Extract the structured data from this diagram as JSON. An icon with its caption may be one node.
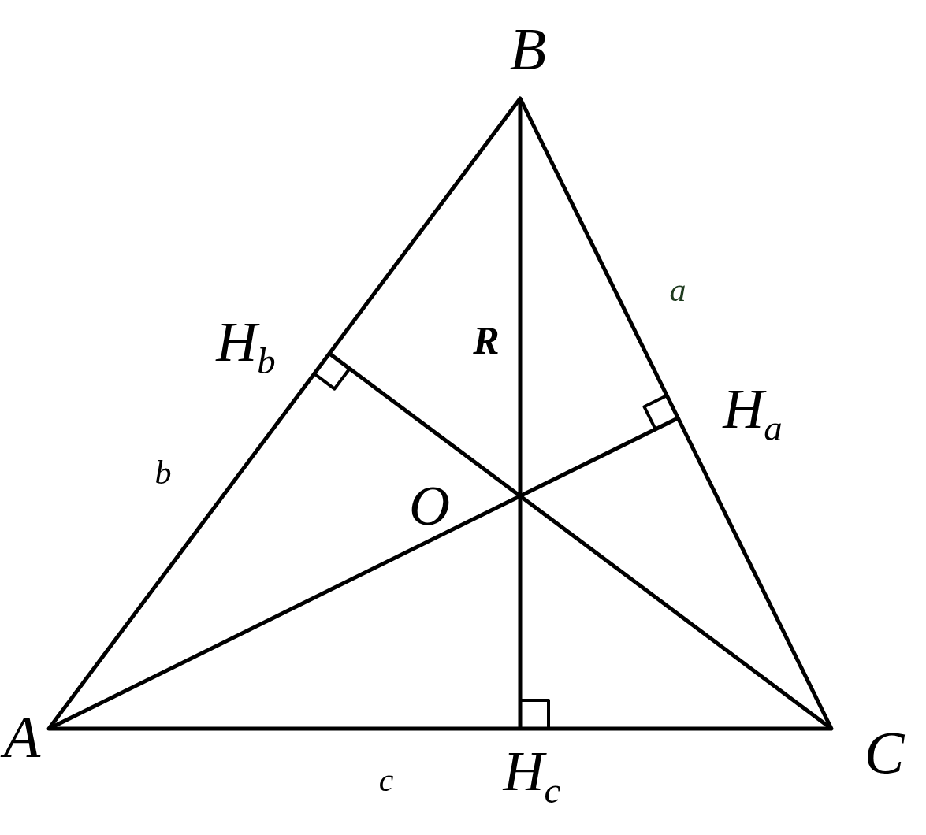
{
  "diagram": {
    "labels": [
      "B",
      "H$_{b}$",
      "R",
      "a",
      "H$_{a}$",
      "b",
      "O",
      "A",
      "C",
      "c",
      "H$_{c}$"
    ]
  }
}
